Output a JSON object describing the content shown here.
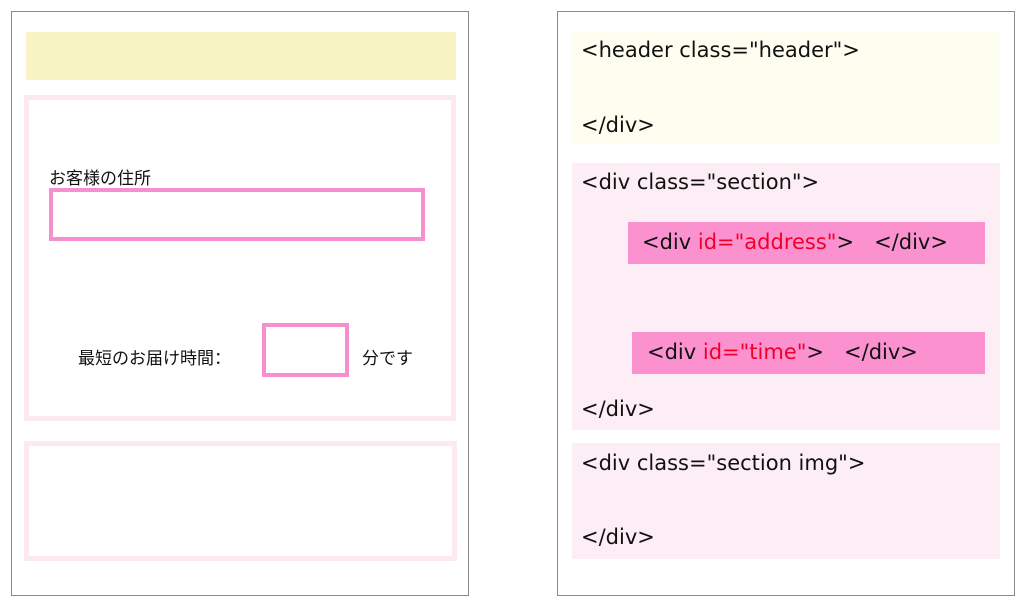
{
  "mockup": {
    "address_label": "お客様の住所",
    "time_label": "最短のお届け時間：",
    "time_unit": "分です"
  },
  "code": {
    "header_open": "<header class=\"header\">",
    "header_close": "</div>",
    "section_open": "<div class=\"section\">",
    "address_prefix": "<div ",
    "address_attr": "id=\"address\"",
    "address_suffix": ">   </div>",
    "time_prefix": "<div ",
    "time_attr": "id=\"time\"",
    "time_suffix": ">   </div>",
    "section_close": "</div>",
    "img_open": "<div class=\"section img\">",
    "img_close": "</div>"
  },
  "colors": {
    "header_fill": "#f8f4c3",
    "section_border": "#fde9f1",
    "highlight_pink": "#f68fcf",
    "code_highlight": "#fb92cf",
    "attribute_red": "#f00028"
  }
}
